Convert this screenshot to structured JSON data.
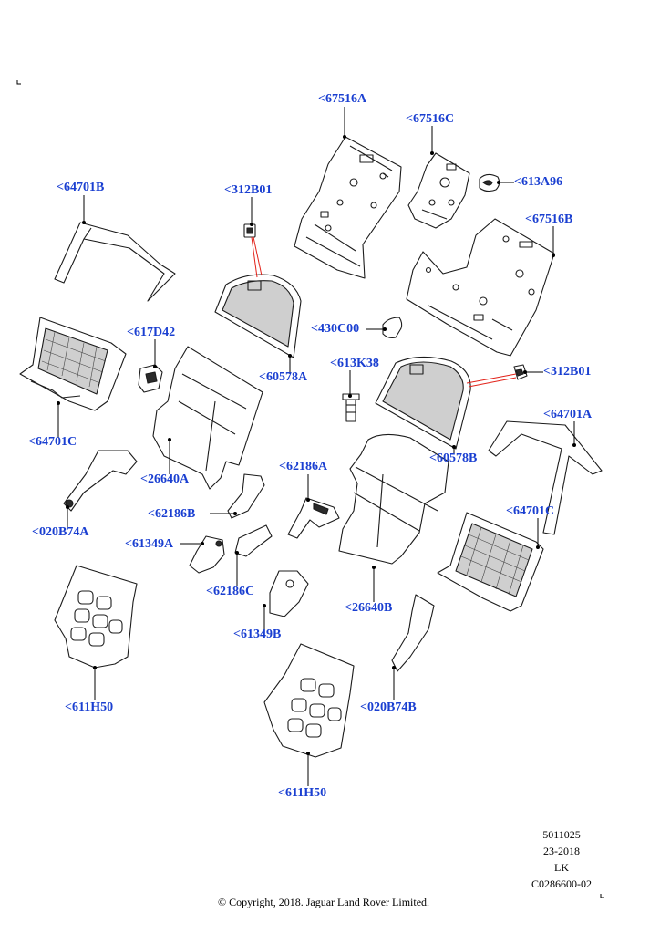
{
  "callouts": [
    {
      "id": "67516A_top",
      "label": "<67516A"
    },
    {
      "id": "67516C",
      "label": "<67516C"
    },
    {
      "id": "613A96",
      "label": "<613A96"
    },
    {
      "id": "67516B",
      "label": "<67516B"
    },
    {
      "id": "64701B",
      "label": "<64701B"
    },
    {
      "id": "312B01_left",
      "label": "<312B01"
    },
    {
      "id": "617D42",
      "label": "<617D42"
    },
    {
      "id": "430C00",
      "label": "<430C00"
    },
    {
      "id": "60578A",
      "label": "<60578A"
    },
    {
      "id": "613K38",
      "label": "<613K38"
    },
    {
      "id": "312B01_right",
      "label": "<312B01"
    },
    {
      "id": "64701A",
      "label": "<64701A"
    },
    {
      "id": "64701C_left",
      "label": "<64701C"
    },
    {
      "id": "60578B",
      "label": "<60578B"
    },
    {
      "id": "62186A",
      "label": "<62186A"
    },
    {
      "id": "26640A",
      "label": "<26640A"
    },
    {
      "id": "62186B",
      "label": "<62186B"
    },
    {
      "id": "64701C_right",
      "label": "<64701C"
    },
    {
      "id": "020B74A",
      "label": "<020B74A"
    },
    {
      "id": "61349A",
      "label": "<61349A"
    },
    {
      "id": "62186C",
      "label": "<62186C"
    },
    {
      "id": "26640B",
      "label": "<26640B"
    },
    {
      "id": "61349B",
      "label": "<61349B"
    },
    {
      "id": "611H50_left",
      "label": "<611H50"
    },
    {
      "id": "020B74B",
      "label": "<020B74B"
    },
    {
      "id": "611H50_bottom",
      "label": "<611H50"
    }
  ],
  "meta": {
    "line1": "5011025",
    "line2": "23-2018",
    "line3": "LK",
    "line4": "C0286600-02"
  },
  "copyright": "© Copyright, 2018. Jaguar Land Rover Limited.",
  "colors": {
    "callout_text": "#1a3fd1",
    "leader": "#000000",
    "leader_highlight": "#e2231a",
    "line_art": "#1c1c1c"
  }
}
